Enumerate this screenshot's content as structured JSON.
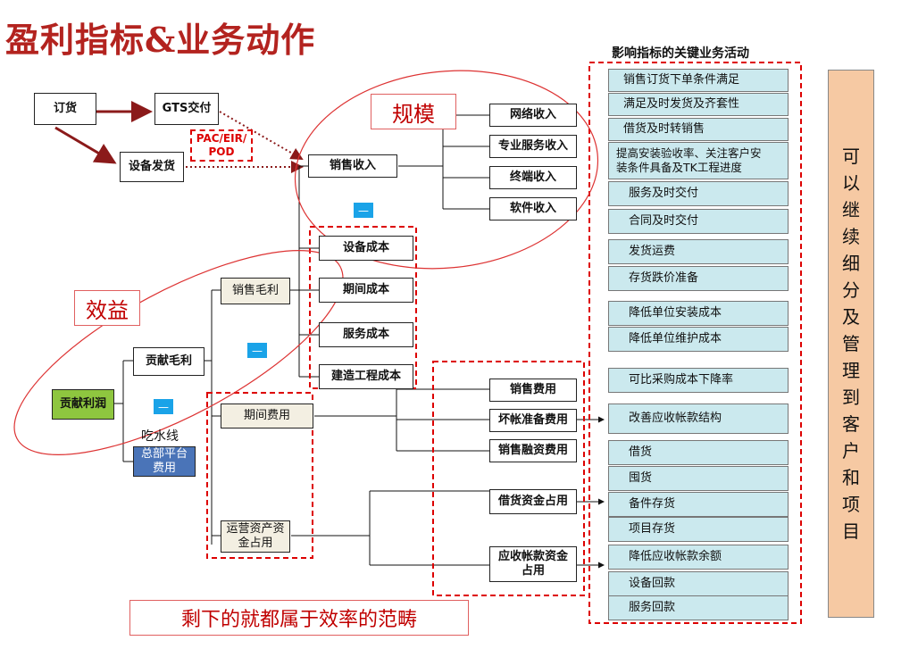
{
  "title": "盈利指标&业务动作",
  "activities_title": "影响指标的关键业务活动",
  "nodes": {
    "order": "订货",
    "gts": "GTS交付",
    "pac": "PAC/EIR/\nPOD",
    "equipment_ship": "设备发货",
    "sales_revenue": "销售收入",
    "network_revenue": "网络收入",
    "service_revenue": "专业服务收入",
    "terminal_revenue": "终端收入",
    "software_revenue": "软件收入",
    "equipment_cost": "设备成本",
    "period_cost": "期间成本",
    "service_cost": "服务成本",
    "construction_cost": "建造工程成本",
    "gross_margin": "销售毛利",
    "contribution_margin": "贡献毛利",
    "contribution_profit": "贡献利润",
    "period_expense": "期间费用",
    "waterline": "吃水线",
    "hq_platform": "总部平台\n费用",
    "working_capital": "运营资产资\n金占用",
    "sales_expense": "销售费用",
    "bad_debt": "坏帐准备费用",
    "sales_finance": "销售融资费用",
    "loan_capital": "借货资金占用",
    "receivable_capital": "应收帐款资金\n占用"
  },
  "labels": {
    "scale": "规模",
    "benefit": "效益",
    "minus": "—",
    "efficiency": "剩下的就都属于效率的范畴"
  },
  "activities": [
    "销售订货下单条件满足",
    "满足及时发货及齐套性",
    "借货及时转销售",
    "提高安装验收率、关注客户安\n装条件具备及TK工程进度",
    "服务及时交付",
    "合同及时交付",
    "发货运费",
    "存货跌价准备",
    "降低单位安装成本",
    "降低单位维护成本",
    "可比采购成本下降率",
    "改善应收帐款结构",
    "借货",
    "囤货",
    "备件存货",
    "项目存货",
    "降低应收帐款余额",
    "设备回款",
    "服务回款"
  ],
  "side_note": "可\n以\n继\n续\n细\n分\n及\n管\n理\n到\n客\n户\n和\n项\n目",
  "colors": {
    "title_red": "#b3231f",
    "arrow_red": "#8b1a1a",
    "dashed_red": "#dd0000",
    "activity_cyan": "#cbe9ee",
    "side_orange": "#f6c9a3",
    "profit_green": "#8ec63f",
    "platform_blue": "#4a74b8",
    "minus_blue": "#1aa3e8"
  }
}
